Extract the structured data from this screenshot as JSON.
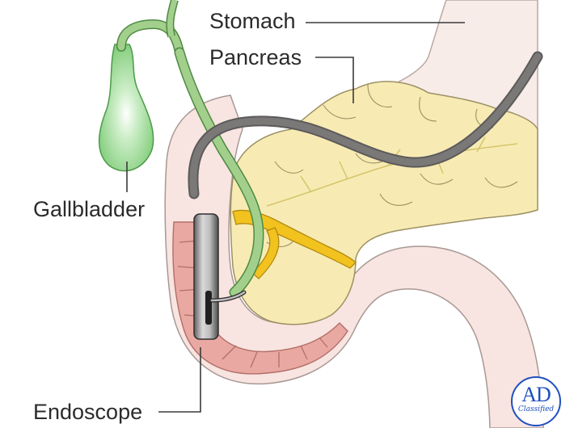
{
  "labels": {
    "stomach": "Stomach",
    "pancreas": "Pancreas",
    "gallbladder": "Gallbladder",
    "endoscope": "Endoscope"
  },
  "watermark": {
    "letters": "AD",
    "caption": "Classified"
  },
  "colors": {
    "stomach": "#f7ece8",
    "pancreas": "#f7ebb3",
    "gallbladder": "#8fd48a",
    "bile_duct": "#a3cf8c",
    "duodenum_wall": "#e9a9a2",
    "endoscope_tube": "#777474",
    "pancreatic_duct": "#f2c21f",
    "badge": "#1f4fbf"
  }
}
